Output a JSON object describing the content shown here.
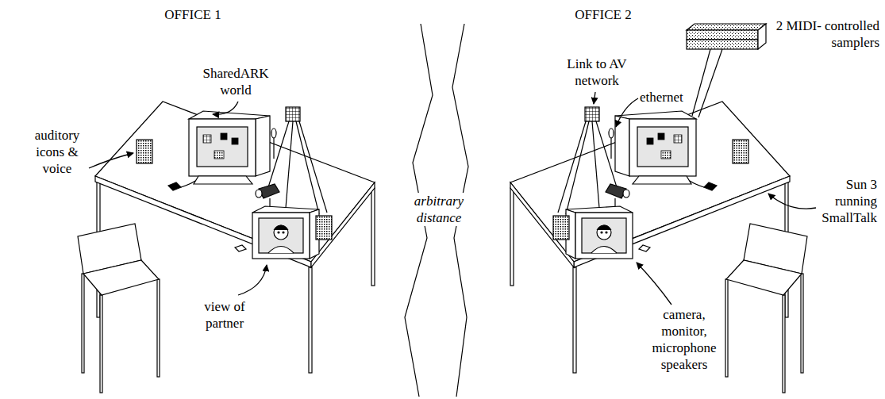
{
  "diagram": {
    "labels": [
      "OFFICE 1",
      "OFFICE 2",
      "SharedARK world",
      "auditory icons & voice",
      "view of partner",
      "arbitrary distance",
      "2 MIDI- controlled samplers",
      "Link to AV network",
      "ethernet",
      "Sun 3 running SmallTalk",
      "camera, monitor, microphone speakers"
    ]
  }
}
